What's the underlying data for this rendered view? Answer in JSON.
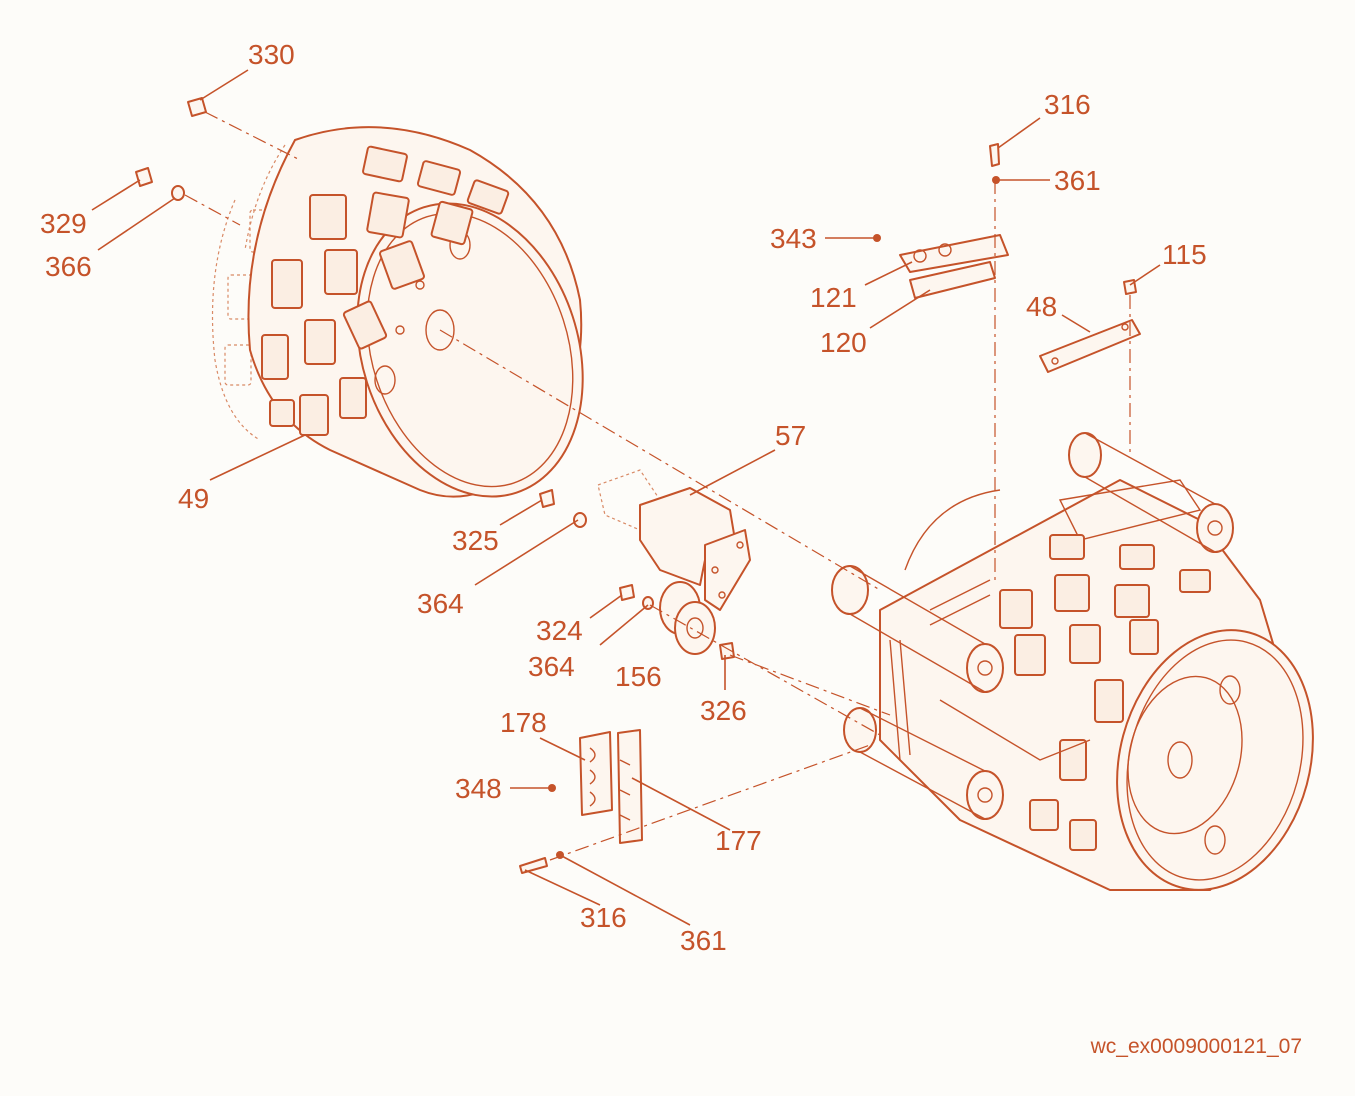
{
  "diagram": {
    "labels": {
      "p330": "330",
      "p329": "329",
      "p366": "366",
      "p49": "49",
      "p316a": "316",
      "p361a": "361",
      "p343": "343",
      "p121": "121",
      "p120": "120",
      "p115": "115",
      "p48": "48",
      "p57": "57",
      "p325": "325",
      "p364a": "364",
      "p324": "324",
      "p364b": "364",
      "p156": "156",
      "p326": "326",
      "p178": "178",
      "p348": "348",
      "p177": "177",
      "p316b": "316",
      "p361b": "361"
    },
    "reference": "wc_ex0009000121_07"
  }
}
